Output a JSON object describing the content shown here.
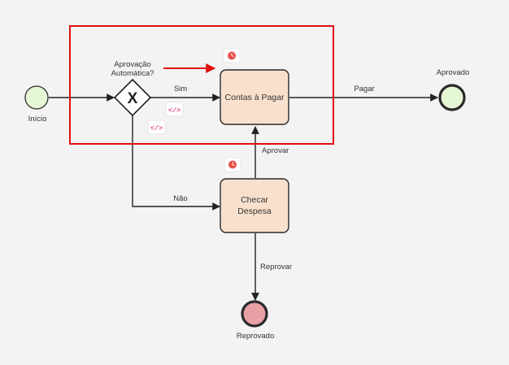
{
  "diagram": {
    "events": {
      "start": {
        "label": "Início"
      },
      "approved": {
        "label": "Aprovado"
      },
      "rejected": {
        "label": "Reprovado"
      }
    },
    "gateway": {
      "label_line1": "Aprovação",
      "label_line2": "Automática?",
      "symbol": "X"
    },
    "tasks": {
      "contas": {
        "label": "Contas à Pagar"
      },
      "checar": {
        "label_line1": "Checar",
        "label_line2": "Despesa"
      }
    },
    "flows": {
      "sim": "Sim",
      "nao": "Não",
      "pagar": "Pagar",
      "aprovar": "Aprovar",
      "reprovar": "Reprovar"
    },
    "badges": {
      "code_icon": "</>"
    },
    "colors": {
      "start_fill": "#e6f7d6",
      "end_fill": "#e6f7d6",
      "error_fill": "#e8a0a4",
      "task_fill": "#f8e0cc",
      "highlight": "#e01010",
      "icon_red": "#e8514a",
      "code_pink": "#e0408a"
    }
  }
}
